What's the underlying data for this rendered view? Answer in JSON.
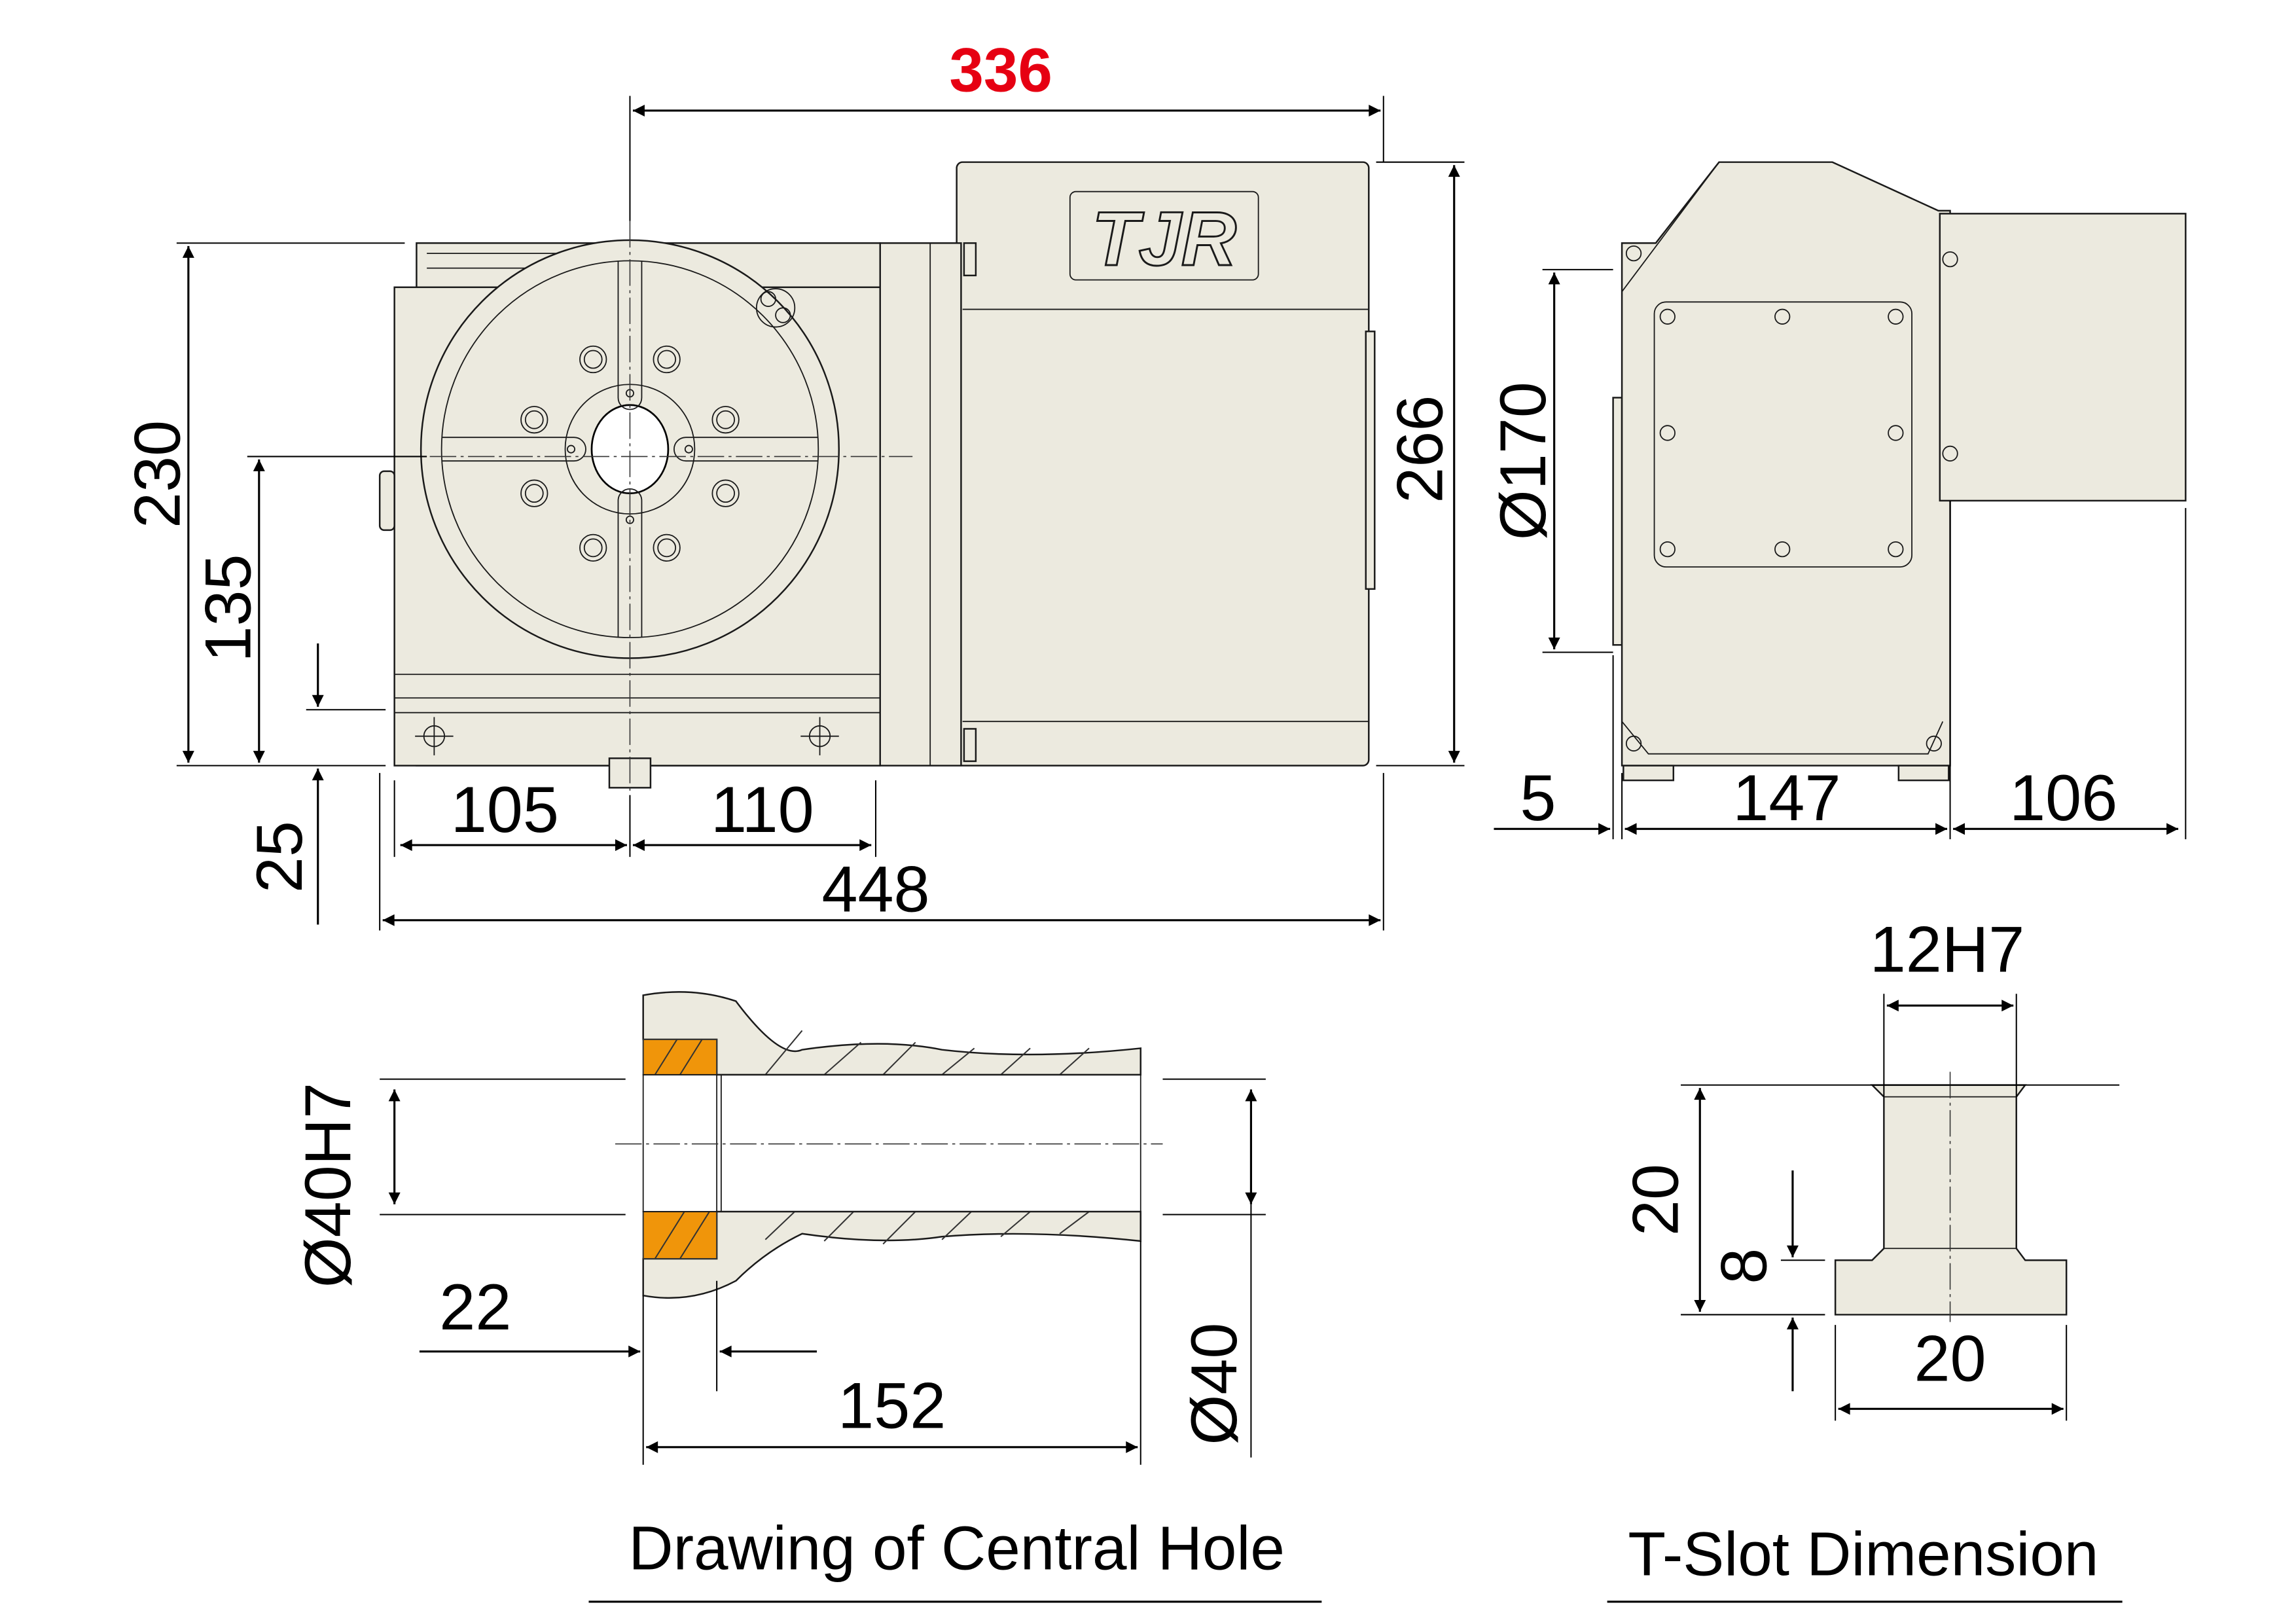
{
  "brand_logo": "TJR",
  "colors": {
    "body_fill": "#ECEADF",
    "highlight_dimension": "#E60012",
    "bushing_fill": "#F0950A",
    "line": "#000000"
  },
  "front_view": {
    "dimensions": {
      "motor_offset": "336",
      "overall_height": "230",
      "center_height": "135",
      "base_height": "25",
      "left_to_center": "105",
      "center_to_slot": "110",
      "overall_length": "448",
      "motor_height": "266"
    }
  },
  "side_view": {
    "dimensions": {
      "faceplate_diameter": "Ø170",
      "faceplate_offset": "5",
      "body_width": "147",
      "motor_width": "106"
    }
  },
  "central_hole": {
    "caption": "Drawing of Central Hole",
    "dimensions": {
      "bore_diameter": "Ø40H7",
      "bore_depth": "22",
      "through_length": "152",
      "through_diameter": "Ø40"
    }
  },
  "t_slot": {
    "caption": "T-Slot Dimension",
    "dimensions": {
      "slot_width": "12H7",
      "total_depth": "20",
      "base_height": "8",
      "base_width": "20"
    }
  }
}
